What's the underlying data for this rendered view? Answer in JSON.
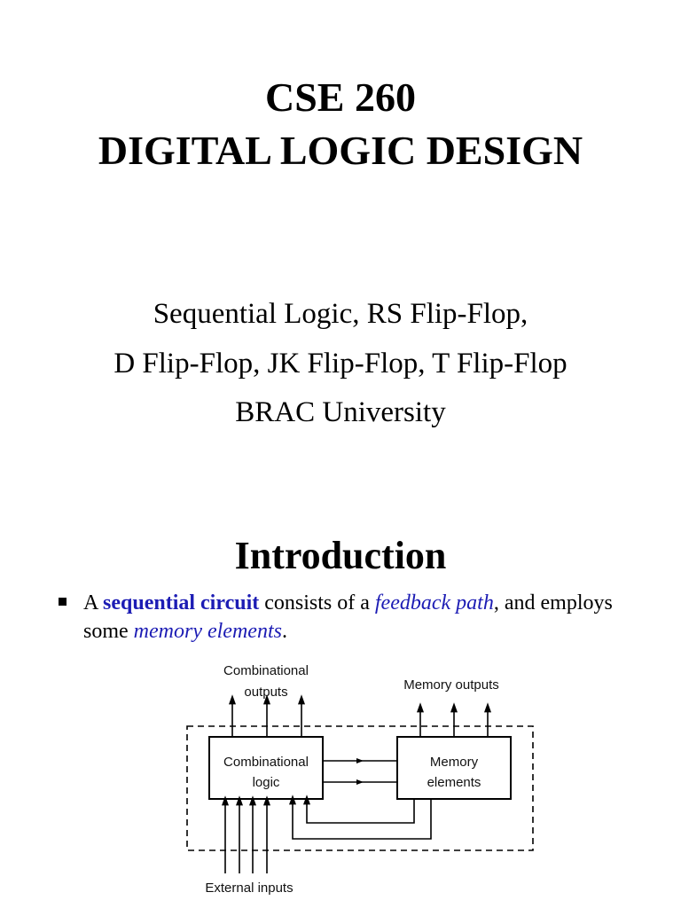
{
  "title_slide": {
    "course_code": "CSE 260",
    "course_name": "DIGITAL LOGIC DESIGN",
    "subtitle_lines": [
      "Sequential Logic, RS Flip-Flop,",
      "D Flip-Flop, JK Flip-Flop, T Flip-Flop",
      "BRAC University"
    ]
  },
  "intro_slide": {
    "heading": "Introduction",
    "bullet": {
      "icon": "square-bullet-icon",
      "parts": {
        "p1": "A ",
        "p2_bold_blue": "sequential circuit",
        "p3": " consists of a ",
        "p4_italic_blue": "feedback path",
        "p5": ", and employs some ",
        "p6_italic_blue": "memory elements",
        "p7": "."
      }
    },
    "diagram": {
      "combinational_outputs_label_line1": "Combinational",
      "combinational_outputs_label_line2": "outputs",
      "memory_outputs_label": "Memory outputs",
      "combinational_block_line1": "Combinational",
      "combinational_block_line2": "logic",
      "memory_block_line1": "Memory",
      "memory_block_line2": "elements",
      "external_inputs_label": "External inputs"
    }
  },
  "colors": {
    "accent_blue": "#1c1cb4",
    "text": "#000000",
    "background": "#ffffff"
  }
}
